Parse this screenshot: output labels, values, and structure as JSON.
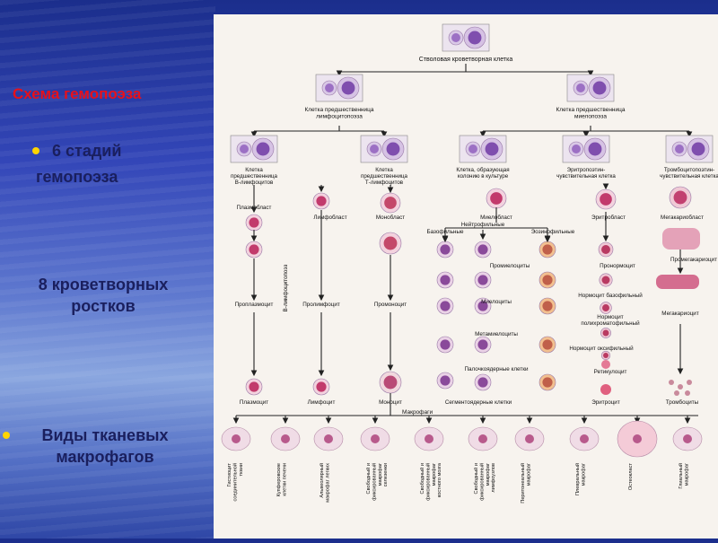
{
  "left": {
    "title": "Схема гемопоэза",
    "stages_line1": "6 стадий",
    "stages_line2": "гемопоэза",
    "sprouts": "8 кроветворных ростков",
    "macro": "Виды тканевых макрофагов"
  },
  "diagram": {
    "stem": "Стволовая кроветворная клетка",
    "lymph_prec": [
      "Клетка предшественница",
      "лимфоцитопоэза"
    ],
    "myelo_prec": [
      "Клетка предшественница",
      "миелопоэза"
    ],
    "b_prec": [
      "Клетка",
      "предшественница",
      "В-лимфоцитов"
    ],
    "t_prec": [
      "Клетка",
      "предшественница",
      "Т-лимфоцитов"
    ],
    "cfu": [
      "Клетка, образующая",
      "колонию в культуре"
    ],
    "erythro_prec": [
      "Эритропоэтин-",
      "чувствительная клетка"
    ],
    "thrombo_prec": [
      "Тромбоцитопоэтин-",
      "чувствительная клетка"
    ],
    "plasmoblast": "Плазмобласт",
    "lymphoblast": "Лимфобласт",
    "monoblast": "Монобласт",
    "myeloblast": "Миелобласт",
    "neutrophilic": "Нейтрофильные",
    "basophilic": "Базофильные",
    "eosinophilic": "Эозинофильные",
    "erythroblast": "Эритробласт",
    "megakaryoblast": "Мегакариобласт",
    "b_lymphopoiesis": "В-лимфоцитопоэз",
    "promyelocytes": "Промиелоциты",
    "pronormocyte": "Пронормоцит",
    "promegakaryocyte": "Промегакариоцит",
    "proplasmocyte": "Проплазмоцит",
    "prolymphocyte": "Пролимфоцит",
    "promonocyte": "Промоноцит",
    "myelocytes": "Миелоциты",
    "normo_baso": "Нормоцит базофильный",
    "normo_poly": [
      "Нормоцит",
      "полихроматофильный"
    ],
    "megakaryocyte": "Мегакариоцит",
    "metamyelocytes": "Метамиелоциты",
    "normo_oxy": "Нормоцит оксифильный",
    "band": "Палочкоядерные клетки",
    "reticulocyte": "Ретикулоцит",
    "plasmocyte": "Плазмоцит",
    "lymphocyte": "Лимфоцит",
    "monocyte": "Моноцит",
    "segmented": "Сегментоядерные клетки",
    "erythrocyte": "Эритроцит",
    "platelets": "Тромбоциты",
    "macrophages": "Макрофаги",
    "macro_types": [
      [
        "Гистиоцит",
        "соединительной",
        "ткани"
      ],
      [
        "Купферовские",
        "клетки печени"
      ],
      [
        "Альвеолярный",
        "макрофаг легких"
      ],
      [
        "Свободный и",
        "фиксированный",
        "макрофаг",
        "селезенки"
      ],
      [
        "Свободный и",
        "фиксированный",
        "макрофаг",
        "костного мозга"
      ],
      [
        "Свободный и",
        "фиксированный",
        "макрофаг",
        "лимфоузлов"
      ],
      [
        "Перитонеальный",
        "макрофаг"
      ],
      [
        "Плевральный",
        "макрофаг"
      ],
      [
        "Остеокласт"
      ],
      [
        "Глиальный",
        "макрофаг"
      ]
    ]
  },
  "colors": {
    "title_red": "#e8101a",
    "text_navy": "#1a1f5e",
    "bullet_yellow": "#ffd400",
    "board_bg": "#f7f3ee",
    "stem_purple": "#8e5fb8",
    "cell_pink": "#cc3366"
  }
}
